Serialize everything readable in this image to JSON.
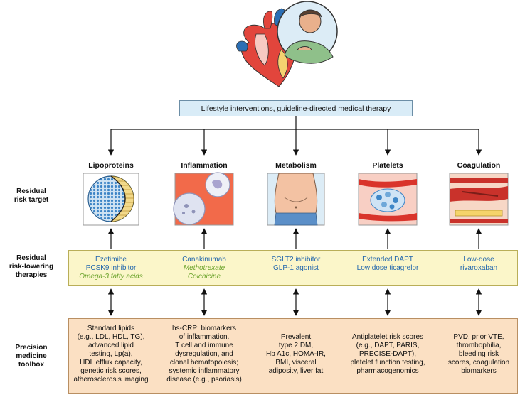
{
  "top_box": {
    "label": "Lifestyle interventions, guideline-directed medical therapy"
  },
  "row_labels": {
    "target": [
      "Residual",
      "risk target"
    ],
    "therapies": [
      "Residual",
      "risk-lowering",
      "therapies"
    ],
    "toolbox": [
      "Precision",
      "medicine",
      "toolbox"
    ]
  },
  "columns": [
    {
      "title": "Lipoproteins",
      "image_icon": "lipoprotein-particle-icon",
      "therapies": [
        {
          "text": "Ezetimibe",
          "style": "blue"
        },
        {
          "text": "PCSK9 inhibitor",
          "style": "blue"
        },
        {
          "text": "Omega-3 fatty acids",
          "style": "green"
        }
      ],
      "toolbox": [
        "Standard lipids",
        "(e.g., LDL, HDL, TG),",
        "advanced lipid",
        "testing, Lp(a),",
        "HDL efflux capacity,",
        "genetic risk scores,",
        "atherosclerosis imaging"
      ]
    },
    {
      "title": "Inflammation",
      "image_icon": "inflammatory-cells-icon",
      "therapies": [
        {
          "text": "Canakinumab",
          "style": "blue"
        },
        {
          "text": "Methotrexate",
          "style": "green"
        },
        {
          "text": "Colchicine",
          "style": "green"
        }
      ],
      "toolbox": [
        "hs-CRP; biomarkers",
        "of inflammation,",
        "T cell and immune",
        "dysregulation, and",
        "clonal hematopoiesis;",
        "systemic inflammatory",
        "disease (e.g., psoriasis)"
      ]
    },
    {
      "title": "Metabolism",
      "image_icon": "obese-torso-icon",
      "therapies": [
        {
          "text": "SGLT2 inhibitor",
          "style": "blue"
        },
        {
          "text": "GLP-1 agonist",
          "style": "blue"
        }
      ],
      "toolbox": [
        "Prevalent",
        "type 2 DM,",
        "Hb A1c, HOMA-IR,",
        "BMI, visceral",
        "adiposity, liver fat"
      ]
    },
    {
      "title": "Platelets",
      "image_icon": "platelet-aggregate-icon",
      "therapies": [
        {
          "text": "Extended DAPT",
          "style": "blue"
        },
        {
          "text": "Low dose ticagrelor",
          "style": "blue"
        }
      ],
      "toolbox": [
        "Antiplatelet risk scores",
        "(e.g., DAPT, PARIS,",
        "PRECISE-DAPT),",
        "platelet function testing,",
        "pharmacogenomics"
      ]
    },
    {
      "title": "Coagulation",
      "image_icon": "thrombus-vessel-icon",
      "therapies": [
        {
          "text": "Low-dose",
          "style": "blue"
        },
        {
          "text": "rivaroxaban",
          "style": "blue"
        }
      ],
      "toolbox": [
        "PVD, prior VTE,",
        "thrombophilia,",
        "bleeding risk",
        "scores, coagulation",
        "biomarkers"
      ]
    }
  ],
  "colors": {
    "top_box": "#d9ecf7",
    "therapy_band": "#fbf6c9",
    "toolbox_band": "#fbe0c3",
    "blue_text": "#2166ad",
    "green_text": "#6aa22a"
  }
}
